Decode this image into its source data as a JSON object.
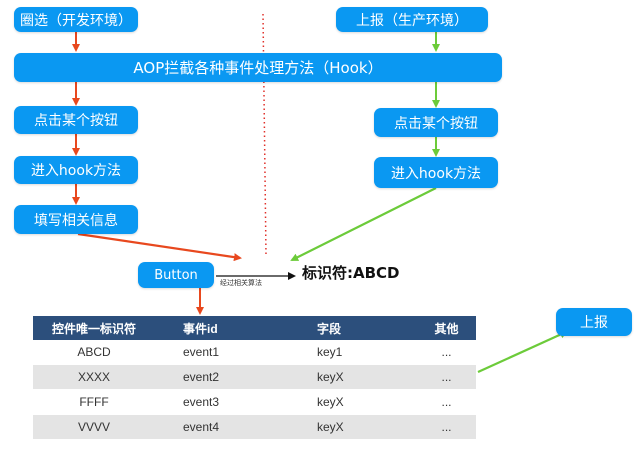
{
  "dev": {
    "circle": "圈选（开发环境）",
    "click": "点击某个按钮",
    "hook": "进入hook方法",
    "fill": "填写相关信息"
  },
  "prod": {
    "report": "上报（生产环境）",
    "click": "点击某个按钮",
    "hook": "进入hook方法"
  },
  "aop": "AOP拦截各种事件处理方法（Hook）",
  "button": "Button",
  "algo": "经过相关算法",
  "result": "标识符:ABCD",
  "upload": "上报",
  "colors": {
    "box": "#0a98f2",
    "dev_arrow": "#e8481e",
    "prod_arrow": "#6ccb3a",
    "divider": "#e0302a",
    "table_header": "#2c4f7c",
    "row_alt": "#e4e4e4"
  },
  "table": {
    "headers": [
      "控件唯一标识符",
      "事件id",
      "字段",
      "其他"
    ],
    "rows": [
      [
        "ABCD",
        "event1",
        "key1",
        "..."
      ],
      [
        "XXXX",
        "event2",
        "keyX",
        "..."
      ],
      [
        "FFFF",
        "event3",
        "keyX",
        "..."
      ],
      [
        "VVVV",
        "event4",
        "keyX",
        "..."
      ]
    ]
  }
}
